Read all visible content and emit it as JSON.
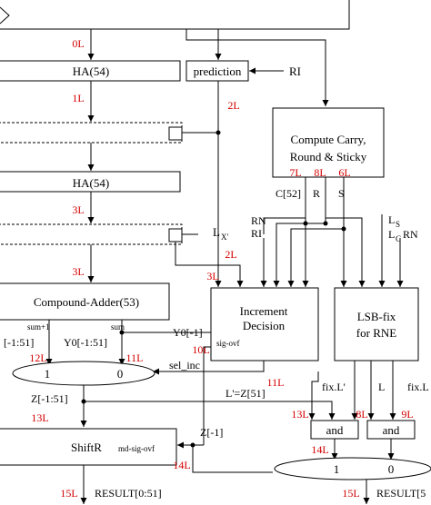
{
  "blocks": {
    "ha1": "HA(54)",
    "prediction": "prediction",
    "compute_carry": [
      "Compute Carry,",
      "Round & Sticky"
    ],
    "ha2": "HA(54)",
    "compound_adder": "Compound-Adder(53)",
    "increment_decision": [
      "Increment",
      "Decision"
    ],
    "sig_ovf": "sig-ovf",
    "lsb_fix": [
      "LSB-fix",
      "for RNE"
    ],
    "mux1_in1": "1",
    "mux1_in0": "0",
    "shiftr": "ShiftR",
    "md_sig_ovf": "md-sig-ovf",
    "and_left": "and",
    "and_right": "and",
    "mux2_in1": "1",
    "mux2_in0": "0"
  },
  "signals": {
    "ri_pred": "RI",
    "lx": "L",
    "lx_sub": "X'",
    "c52": "C[52]",
    "r": "R",
    "s": "S",
    "rn": "RN",
    "ri": "RI",
    "ls": "L",
    "ls_sub": "S",
    "lc": "L",
    "lc_sub": "C",
    "lc_rn": "RN",
    "sum1": "sum+1",
    "sum": "sum",
    "y0m1": "Y0[-1]",
    "bus_m1_51": "[-1:51]",
    "y0_m1_51": "Y0[-1:51]",
    "sel_inc": "sel_inc",
    "lprime": "L'=Z[51]",
    "z_m1_51": "Z[-1:51]",
    "z_m1": "Z[-1]",
    "fix_lprime": "fix.L'",
    "l_out": "L",
    "fix_l": "fix.L",
    "result_a": "RESULT[0:51]",
    "result_b": "RESULT[5"
  },
  "stages": {
    "s0": "0L",
    "s1": "1L",
    "s2a": "2L",
    "s3a": "3L",
    "s2b": "2L",
    "s3b": "3L",
    "s7": "7L",
    "s8": "8L",
    "s6": "6L",
    "s12": "12L",
    "s11a": "11L",
    "s10": "10L",
    "s11b": "11L",
    "s13a": "13L",
    "s13b": "13L",
    "s8b": "8L",
    "s9": "9L",
    "s14a": "14L",
    "s14b": "14L",
    "s15a": "15L",
    "s15b": "15L"
  }
}
